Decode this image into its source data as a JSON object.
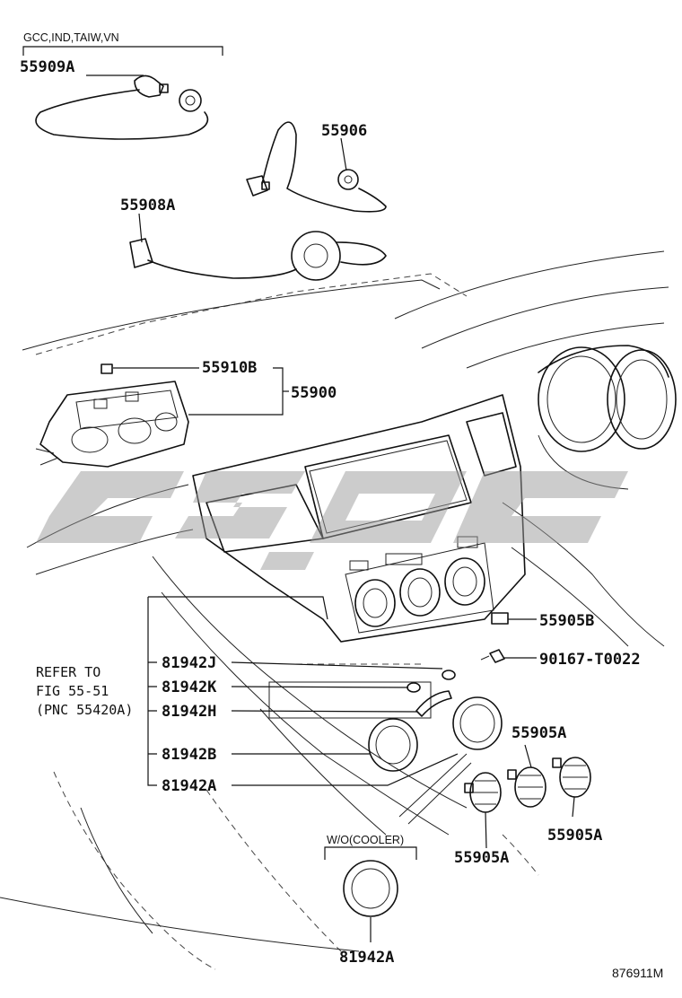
{
  "region_note": "GCC,IND,TAIW,VN",
  "parts": [
    {
      "id": "p55909a",
      "number": "55909A"
    },
    {
      "id": "p55906",
      "number": "55906"
    },
    {
      "id": "p55908a",
      "number": "55908A"
    },
    {
      "id": "p55910b",
      "number": "55910B"
    },
    {
      "id": "p55900",
      "number": "55900"
    },
    {
      "id": "p55905b",
      "number": "55905B"
    },
    {
      "id": "p90167",
      "number": "90167-T0022"
    },
    {
      "id": "p81942j",
      "number": "81942J"
    },
    {
      "id": "p81942k",
      "number": "81942K"
    },
    {
      "id": "p81942h",
      "number": "81942H"
    },
    {
      "id": "p81942b",
      "number": "81942B"
    },
    {
      "id": "p81942a",
      "number": "81942A"
    },
    {
      "id": "p55905a1",
      "number": "55905A"
    },
    {
      "id": "p55905a2",
      "number": "55905A"
    },
    {
      "id": "p55905a3",
      "number": "55905A"
    },
    {
      "id": "p81942a2",
      "number": "81942A"
    }
  ],
  "refer_note": {
    "line1": "REFER TO",
    "line2": "FIG 55-51",
    "line3": "(PNC 55420A)"
  },
  "variant_note": "W/O(COOLER)",
  "figure_number": "876911M",
  "watermark": {
    "color": "#9a9a9a"
  }
}
